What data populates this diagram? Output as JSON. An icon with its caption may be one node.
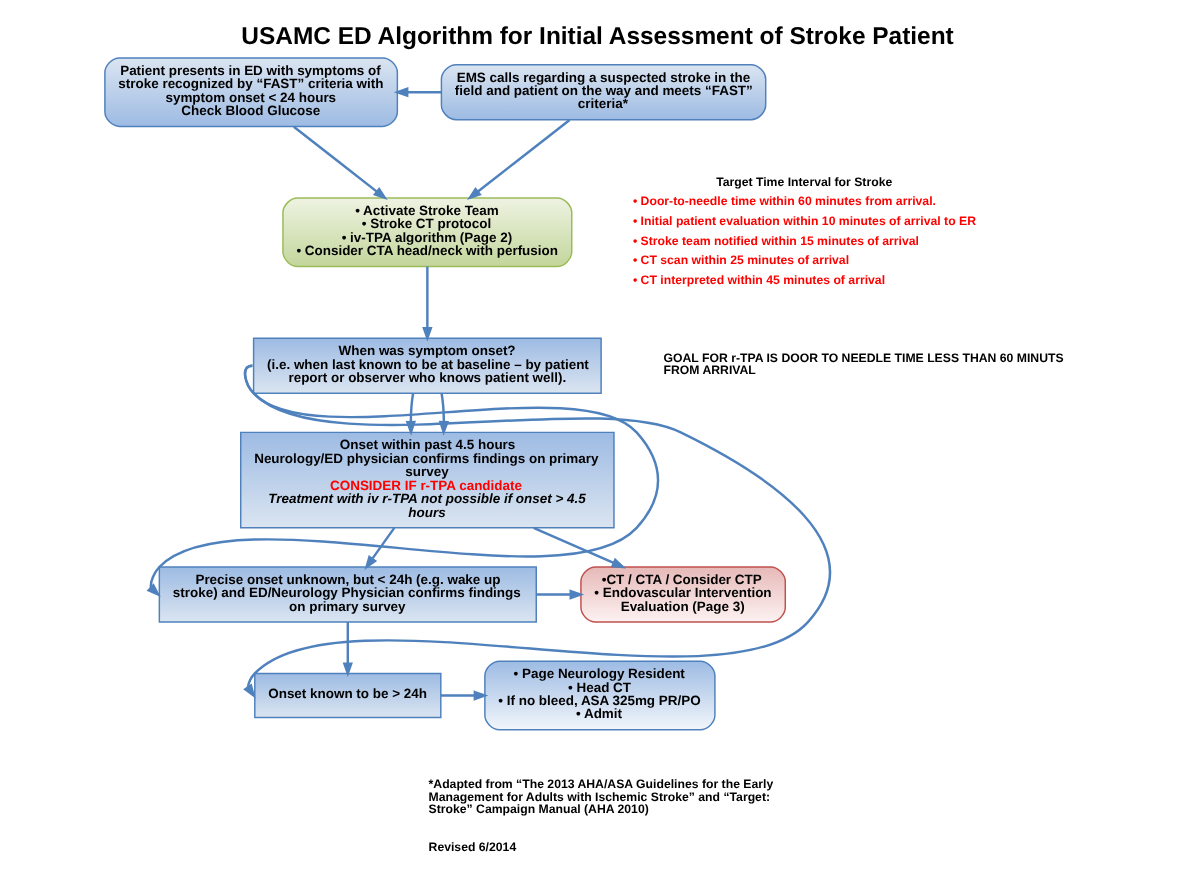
{
  "diagram": {
    "title": "USAMC ED Algorithm for Initial Assessment of Stroke Patient",
    "nodes": [
      {
        "text": [
          "Patient presents in ED with symptoms of stroke recognized by “FAST” criteria with symptom onset < 24 hours",
          "Check Blood Glucose"
        ]
      },
      {
        "text": [
          "EMS calls regarding a suspected stroke in the field and patient on the way and meets “FAST” criteria*"
        ]
      },
      {
        "text": [
          "• Activate Stroke Team",
          "• Stroke CT protocol",
          "• iv-TPA algorithm (Page 2)",
          "• Consider CTA head/neck with perfusion"
        ]
      },
      {
        "text": [
          "When was symptom onset?",
          "(i.e. when last known to be at baseline – by patient report or observer who knows patient well)."
        ]
      },
      {
        "text": [
          "Onset within past 4.5 hours",
          "Neurology/ED physician confirms findings on primary survey",
          "CONSIDER IF r-TPA candidate",
          "Treatment with iv r-TPA not possible if onset > 4.5 hours"
        ]
      },
      {
        "text": [
          "Precise onset unknown, but < 24h (e.g. wake up stroke) and ED/Neurology Physician confirms findings on primary survey"
        ]
      },
      {
        "text": [
          "Onset known to be > 24h"
        ]
      },
      {
        "text": [
          "•CT / CTA / Consider CTP",
          "• Endovascular Intervention Evaluation (Page 3)"
        ]
      },
      {
        "text": [
          "• Page Neurology Resident",
          "• Head CT",
          "• If no bleed, ASA 325mg PR/PO",
          "• Admit"
        ]
      }
    ],
    "edges": [
      {
        "from": 1,
        "to": 0,
        "arrow": "to"
      },
      {
        "from": 1,
        "to": 2,
        "arrow": "to"
      },
      {
        "from": 0,
        "to": 2,
        "arrow": "to"
      },
      {
        "from": 2,
        "to": 3,
        "arrow": "to"
      },
      {
        "from": 3,
        "to": 4,
        "arrow": "to"
      },
      {
        "from": 4,
        "to": 5,
        "arrow": "to"
      },
      {
        "from": 5,
        "to": 6,
        "arrow": "to"
      },
      {
        "from": 3,
        "to": 4,
        "arrow": "to"
      },
      {
        "from": 3,
        "to": 5,
        "arrow": "to"
      },
      {
        "from": 3,
        "to": 6,
        "arrow": "to"
      },
      {
        "from": 4,
        "to": 7,
        "arrow": "to"
      },
      {
        "from": 5,
        "to": 7,
        "arrow": "to"
      },
      {
        "from": 6,
        "to": 8,
        "arrow": "to"
      }
    ],
    "labels": [
      "Target Time Interval for Stroke",
      "• Door-to-needle time within 60 minutes from arrival.",
      "• Initial patient evaluation within 10 minutes of arrival to ER",
      "• Stroke team notified within 15 minutes of arrival",
      "• CT scan within 25 minutes of arrival",
      "• CT interpreted within 45 minutes of arrival",
      "GOAL FOR r-TPA IS DOOR TO NEEDLE TIME LESS THAN 60 MINUTS FROM ARRIVAL",
      "*Adapted from “The 2013 AHA/ASA Guidelines for the Early Management for Adults with Ischemic Stroke” and “Target: Stroke” Campaign Manual (AHA 2010)",
      "Revised 6/2014"
    ]
  }
}
